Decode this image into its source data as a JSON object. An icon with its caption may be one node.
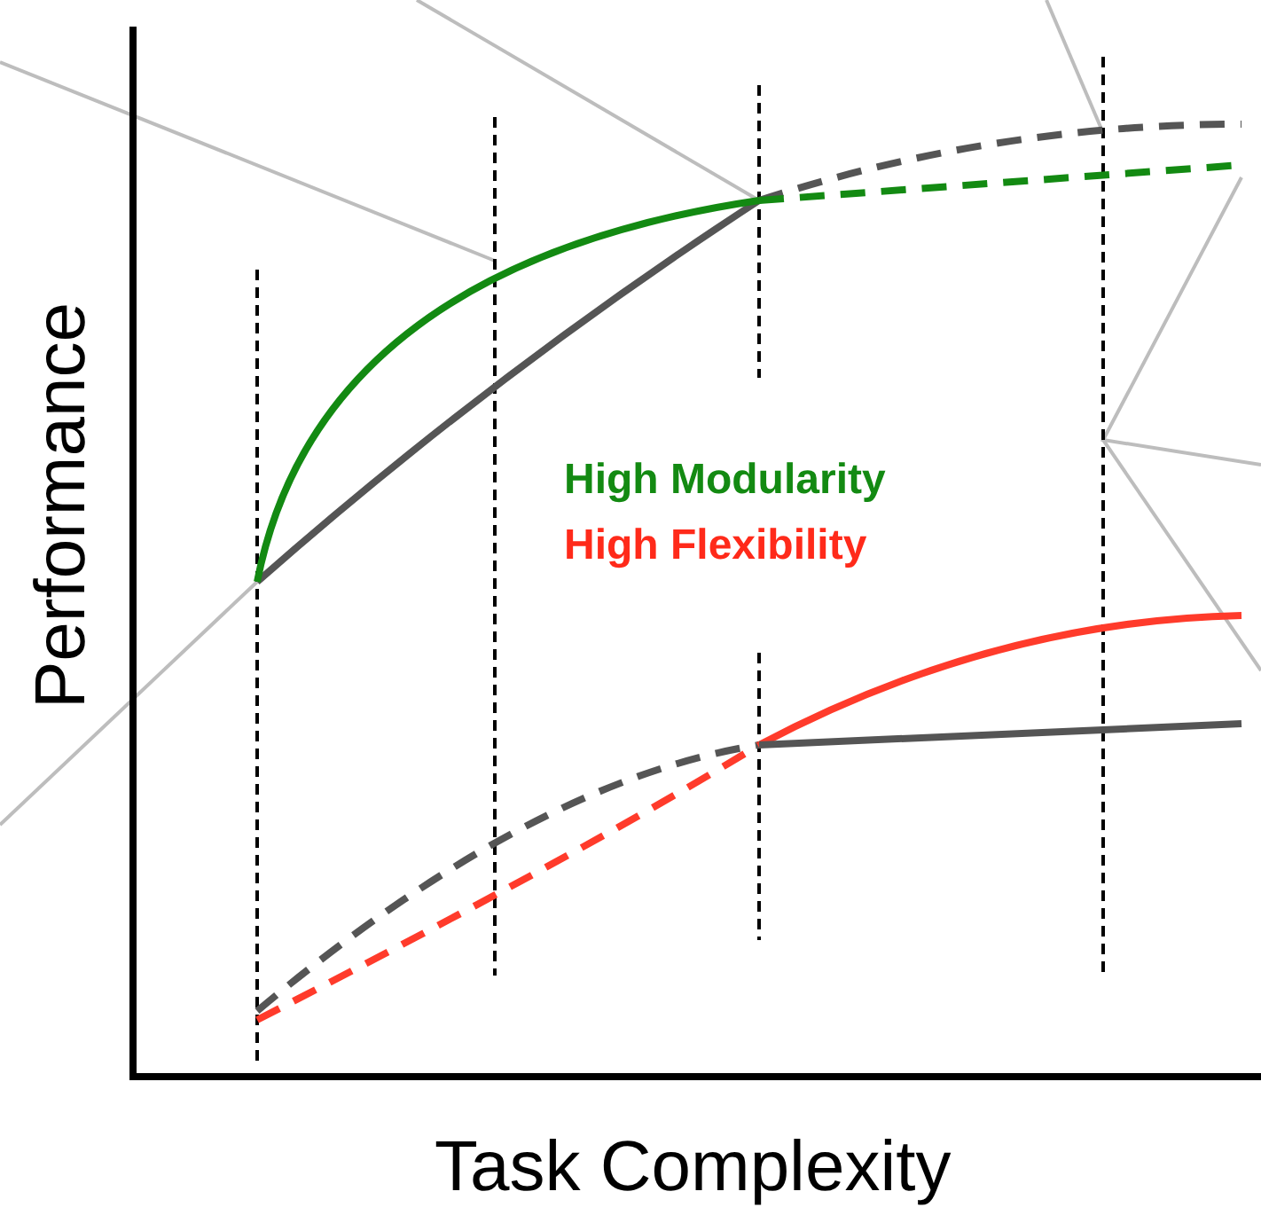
{
  "diagram": {
    "labels": [
      "Performance",
      "Task Complexity"
    ],
    "legend": [
      {
        "text": "High Modularity",
        "color": "#138a12"
      },
      {
        "text": "High Flexibility",
        "color": "#ff2a1a"
      }
    ]
  }
}
